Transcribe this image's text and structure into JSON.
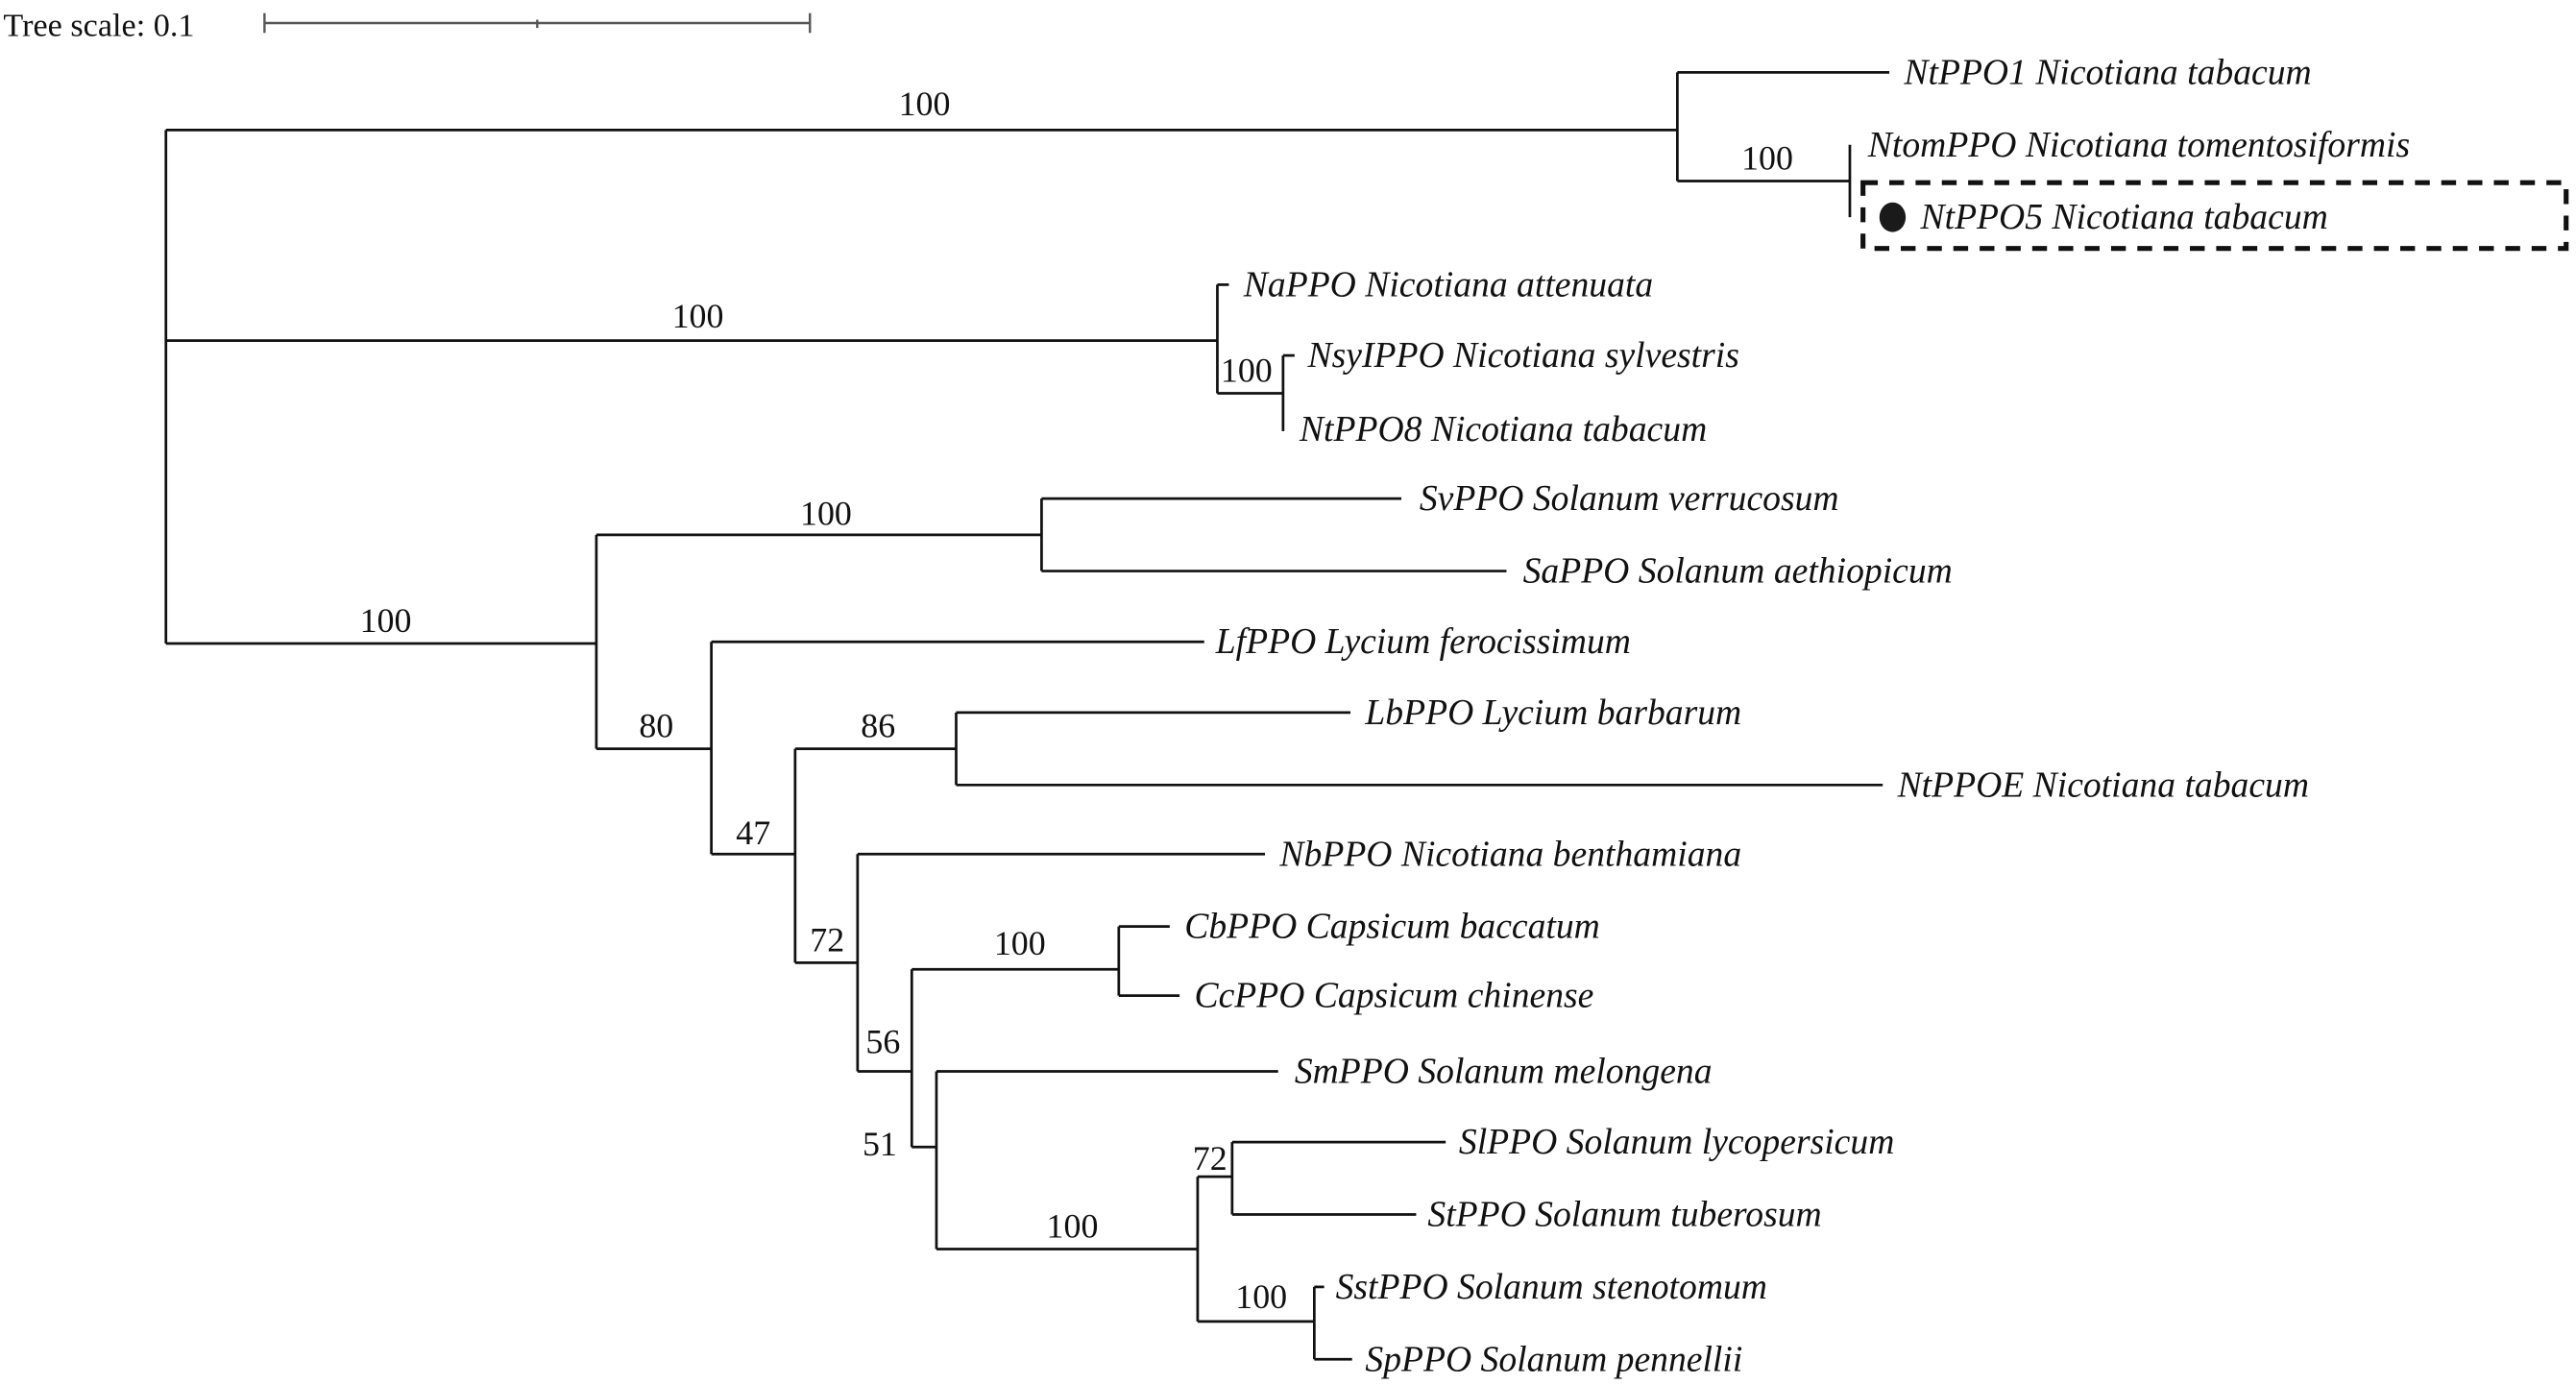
{
  "figure": {
    "type": "phylogenetic-tree",
    "scale_label": "Tree scale: 0.1",
    "highlighted_leaf": "NtPPO5 Nicotiana tabacum",
    "highlight_marker": "filled-circle"
  },
  "leaves": [
    "NtPPO1 Nicotiana tabacum",
    "NtomPPO Nicotiana tomentosiformis",
    "NtPPO5 Nicotiana tabacum",
    "NaPPO Nicotiana attenuata",
    "NsyIPPO Nicotiana sylvestris",
    "NtPPO8 Nicotiana tabacum",
    "SvPPO Solanum verrucosum",
    "SaPPO Solanum aethiopicum",
    "LfPPO Lycium ferocissimum",
    "LbPPO Lycium barbarum",
    "NtPPOE Nicotiana tabacum",
    "NbPPO Nicotiana benthamiana",
    "CbPPO Capsicum baccatum",
    "CcPPO Capsicum chinense",
    "SmPPO Solanum melongena",
    "SlPPO Solanum lycopersicum",
    "StPPO Solanum tuberosum",
    "SstPPO Solanum stenotomum",
    "SpPPO Solanum pennellii"
  ],
  "bootstrap": [
    "100",
    "100",
    "100",
    "100",
    "100",
    "100",
    "80",
    "47",
    "86",
    "72",
    "56",
    "100",
    "51",
    "100",
    "72",
    "100"
  ]
}
